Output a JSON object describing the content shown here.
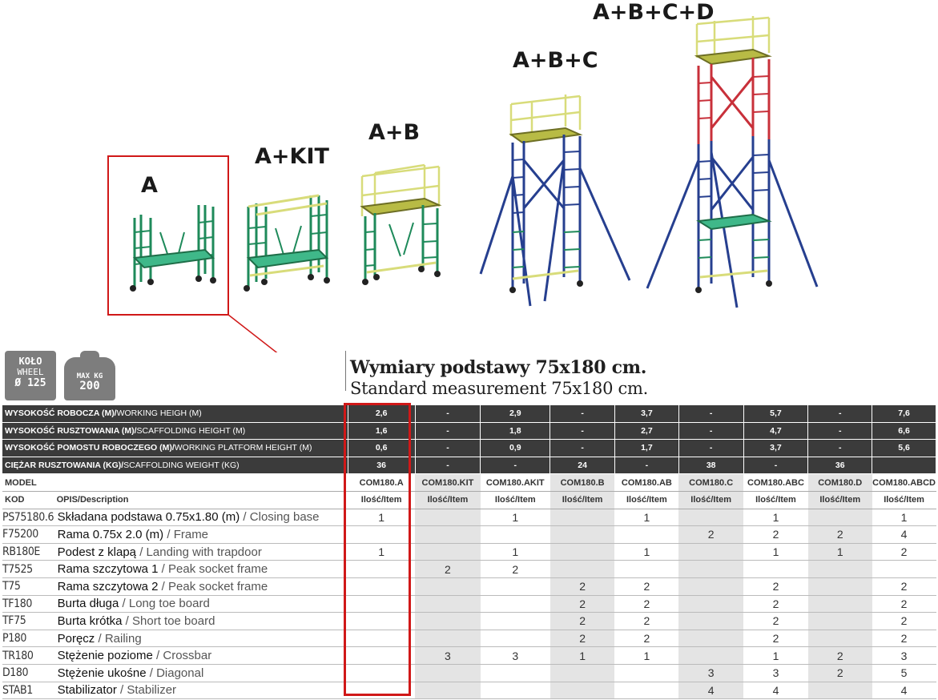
{
  "config_labels": [
    "A",
    "A+KIT",
    "A+B",
    "A+B+C",
    "A+B+C+D"
  ],
  "badges": {
    "wheel": [
      "KOŁO",
      "WHEEL",
      "Ø 125"
    ],
    "maxkg": [
      "MAX KG",
      "200"
    ]
  },
  "title_pl": "Wymiary podstawy 75x180 cm.",
  "title_en": "Standard measurement 75x180 cm.",
  "spec_rows": [
    {
      "label_pl": "WYSOKOŚĆ ROBOCZA (M)/",
      "label_en": "WORKING HEIGH (M)",
      "values": [
        "2,6",
        "-",
        "2,9",
        "-",
        "3,7",
        "-",
        "5,7",
        "-",
        "7,6"
      ]
    },
    {
      "label_pl": "WYSOKOŚĆ RUSZTOWANIA (M)/",
      "label_en": "SCAFFOLDING HEIGHT (M)",
      "values": [
        "1,6",
        "-",
        "1,8",
        "-",
        "2,7",
        "-",
        "4,7",
        "-",
        "6,6"
      ]
    },
    {
      "label_pl": "WYSOKOŚĆ POMOSTU ROBOCZEGO (M)/",
      "label_en": "WORKING PLATFORM HEIGHT (M)",
      "values": [
        "0,6",
        "-",
        "0,9",
        "-",
        "1,7",
        "-",
        "3,7",
        "-",
        "5,6"
      ]
    },
    {
      "label_pl": "CIĘŻAR RUSZTOWANIA (KG)/",
      "label_en": "SCAFFOLDING WEIGHT (KG)",
      "values": [
        "36",
        "-",
        "-",
        "24",
        "-",
        "38",
        "-",
        "36",
        ""
      ]
    }
  ],
  "model_label": "MODEL",
  "models": [
    "COM180.A",
    "COM180.KIT",
    "COM180.AKIT",
    "COM180.B",
    "COM180.AB",
    "COM180.C",
    "COM180.ABC",
    "COM180.D",
    "COM180.ABCD"
  ],
  "code_label": "KOD",
  "desc_label": "OPIS/Description",
  "qty_label": "Ilość/Item",
  "items": [
    {
      "code": "PS75180.6",
      "pl": "Składana podstawa 0.75x1.80 (m)",
      "en": "Closing base",
      "q": [
        "1",
        "",
        "1",
        "",
        "1",
        "",
        "1",
        "",
        "1"
      ]
    },
    {
      "code": "F75200",
      "pl": "Rama 0.75x 2.0 (m)",
      "en": "Frame",
      "q": [
        "",
        "",
        "",
        "",
        "",
        "2",
        "2",
        "2",
        "4"
      ]
    },
    {
      "code": "RB180E",
      "pl": "Podest z klapą",
      "en": "Landing with trapdoor",
      "q": [
        "1",
        "",
        "1",
        "",
        "1",
        "",
        "1",
        "1",
        "2"
      ]
    },
    {
      "code": "T7525",
      "pl": "Rama szczytowa 1",
      "en": "Peak socket frame",
      "q": [
        "",
        "2",
        "2",
        "",
        "",
        "",
        "",
        "",
        ""
      ]
    },
    {
      "code": "T75",
      "pl": "Rama szczytowa 2",
      "en": "Peak socket frame",
      "q": [
        "",
        "",
        "",
        "2",
        "2",
        "",
        "2",
        "",
        "2"
      ]
    },
    {
      "code": "TF180",
      "pl": "Burta długa",
      "en": "Long toe board",
      "q": [
        "",
        "",
        "",
        "2",
        "2",
        "",
        "2",
        "",
        "2"
      ]
    },
    {
      "code": "TF75",
      "pl": "Burta krótka",
      "en": "Short toe board",
      "q": [
        "",
        "",
        "",
        "2",
        "2",
        "",
        "2",
        "",
        "2"
      ]
    },
    {
      "code": "P180",
      "pl": "Poręcz",
      "en": "Railing",
      "q": [
        "",
        "",
        "",
        "2",
        "2",
        "",
        "2",
        "",
        "2"
      ]
    },
    {
      "code": "TR180",
      "pl": "Stężenie poziome",
      "en": "Crossbar",
      "q": [
        "",
        "3",
        "3",
        "1",
        "1",
        "",
        "1",
        "2",
        "3"
      ]
    },
    {
      "code": "D180",
      "pl": "Stężenie ukośne",
      "en": "Diagonal",
      "q": [
        "",
        "",
        "",
        "",
        "",
        "3",
        "3",
        "2",
        "5"
      ]
    },
    {
      "code": "STAB1",
      "pl": "Stabilizator",
      "en": "Stabilizer",
      "q": [
        "",
        "",
        "",
        "",
        "",
        "4",
        "4",
        "",
        "4"
      ]
    }
  ],
  "colors": {
    "highlight": "#d01818",
    "dark_header": "#3b3b3b",
    "shade": "#e4e4e4",
    "green_frame": "#1e8a5a",
    "blue_frame": "#263f8f",
    "red_frame": "#c8303a",
    "yellow_frame": "#d8dc7a"
  }
}
